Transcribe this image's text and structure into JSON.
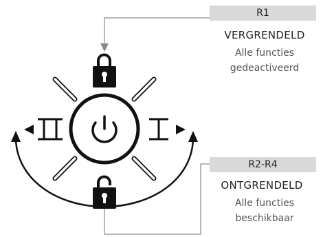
{
  "r1": {
    "tag": "R1",
    "state": "VERGRENDELD",
    "line1": "Alle functies",
    "line2": "gedeactiveerd"
  },
  "r2": {
    "tag": "R2-R4",
    "state": "ONTGRENDELD",
    "line1": "Alle functies",
    "line2": "beschikbaar"
  },
  "dial": {
    "left_symbol": "II",
    "right_symbol": "I",
    "center_icon": "power-icon",
    "top_icon": "lock-closed-icon",
    "bottom_icon": "lock-open-icon"
  }
}
